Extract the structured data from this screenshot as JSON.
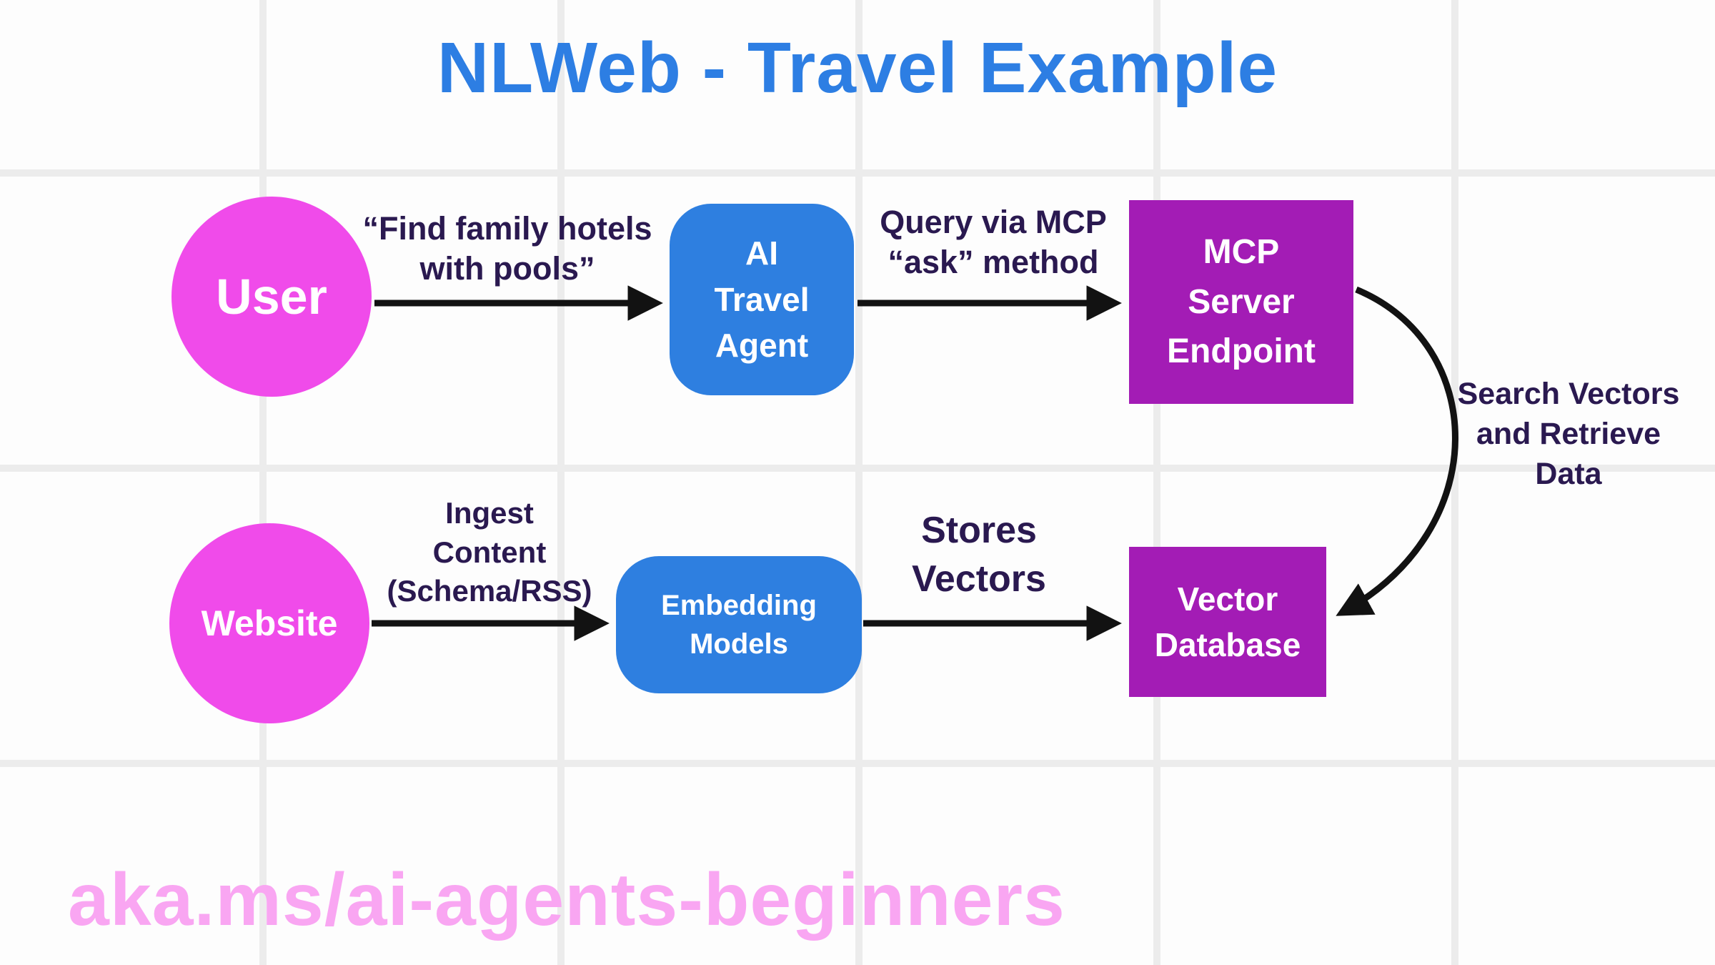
{
  "title": "NLWeb - Travel Example",
  "footer_link": "aka.ms/ai-agents-beginners",
  "colors": {
    "title_blue": "#2D7EE3",
    "node_blue": "#2E7FE0",
    "node_magenta": "#F04BEA",
    "node_purple": "#A31CB5",
    "edge_label_navy": "#2A1950",
    "footer_pink": "#F9A6F2",
    "arrow_black": "#121212",
    "grid_line": "#ECECEC",
    "background": "#FDFDFD"
  },
  "nodes": {
    "user": {
      "label": "User",
      "shape": "circle"
    },
    "website": {
      "label": "Website",
      "shape": "circle"
    },
    "ai_travel_agent": {
      "label": "AI\nTravel\nAgent",
      "shape": "rounded-rect"
    },
    "mcp_server_endpoint": {
      "label": "MCP\nServer\nEndpoint",
      "shape": "rect"
    },
    "embedding_models": {
      "label": "Embedding\nModels",
      "shape": "rounded-rect"
    },
    "vector_database": {
      "label": "Vector\nDatabase",
      "shape": "rect"
    }
  },
  "edges": {
    "user_to_agent": {
      "label": "“Find family hotels\nwith pools”",
      "from": "user",
      "to": "ai_travel_agent"
    },
    "agent_to_mcp": {
      "label": "Query via MCP\n“ask” method",
      "from": "ai_travel_agent",
      "to": "mcp_server_endpoint"
    },
    "mcp_to_vector_db": {
      "label": "Search Vectors\nand Retrieve\nData",
      "from": "mcp_server_endpoint",
      "to": "vector_database"
    },
    "website_to_embedding": {
      "label": "Ingest\nContent\n(Schema/RSS)",
      "from": "website",
      "to": "embedding_models"
    },
    "embedding_to_vector_db": {
      "label": "Stores\nVectors",
      "from": "embedding_models",
      "to": "vector_database"
    }
  }
}
